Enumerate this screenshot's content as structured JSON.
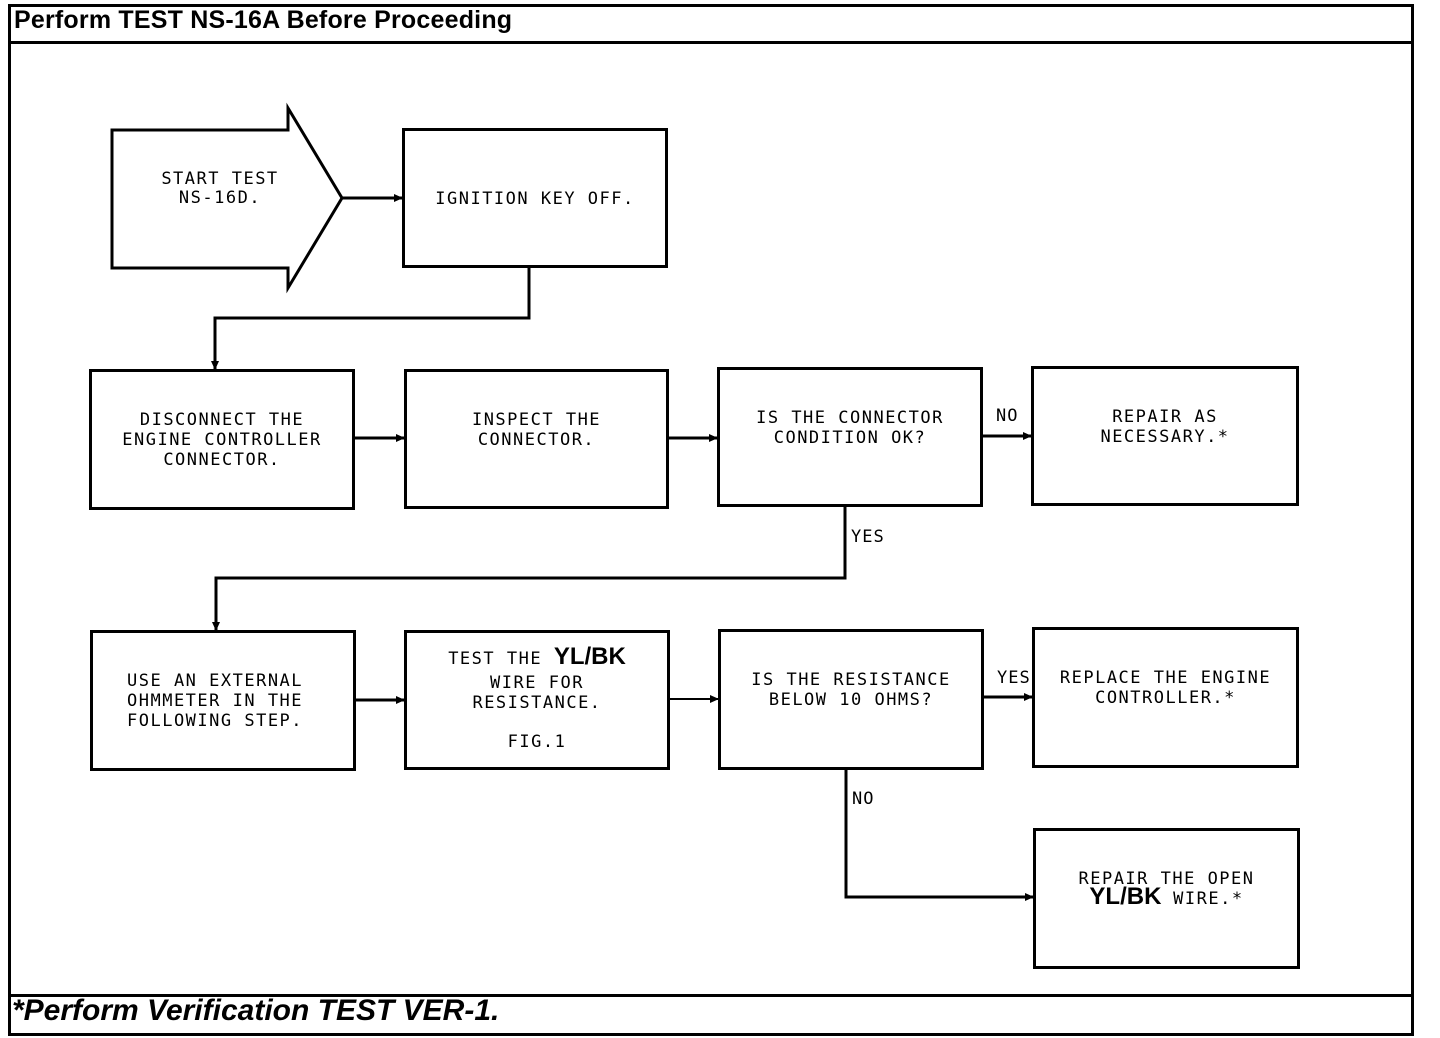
{
  "header": {
    "title": "Perform TEST NS-16A Before Proceeding"
  },
  "footer": {
    "note": "*Perform Verification TEST VER-1."
  },
  "start": {
    "text": "START TEST\nNS-16D."
  },
  "steps": {
    "ignition": "IGNITION KEY OFF.",
    "disconnect": "DISCONNECT THE\nENGINE CONTROLLER\nCONNECTOR.",
    "inspect": "INSPECT THE\nCONNECTOR.",
    "connector_ok": "IS THE CONNECTOR\nCONDITION OK?",
    "repair_necessary": "REPAIR AS\nNECESSARY.*",
    "ohmmeter": "USE AN EXTERNAL\nOHMMETER IN THE\nFOLLOWING STEP.",
    "test_wire_a": "TEST THE ",
    "test_wire_wire": "YL/BK",
    "test_wire_b": "WIRE FOR\nRESISTANCE.",
    "test_wire_fig": "FIG.1",
    "resistance_q": "IS THE RESISTANCE\nBELOW 10 OHMS?",
    "replace": "REPLACE THE ENGINE\nCONTROLLER.*",
    "repair_open_a": "REPAIR THE OPEN",
    "repair_open_wire": "YL/BK",
    "repair_open_b": " WIRE.*"
  },
  "edges": {
    "no_1": "NO",
    "yes_1": "YES",
    "yes_2": "YES",
    "no_2": "NO"
  }
}
